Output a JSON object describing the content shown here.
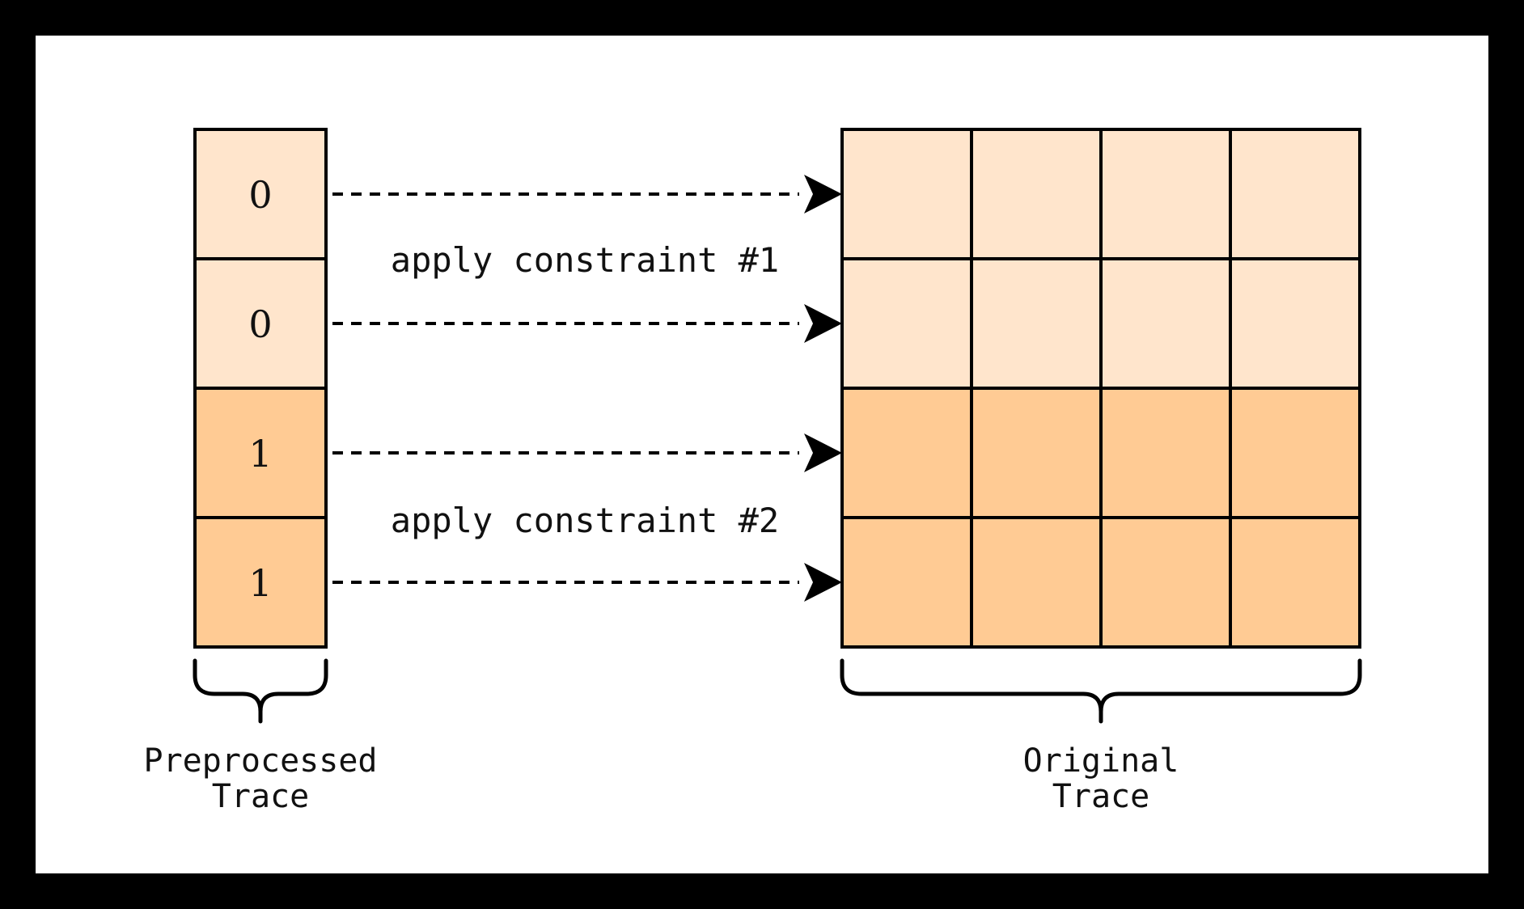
{
  "diagram": {
    "preprocessed_column": {
      "cells": [
        "0",
        "0",
        "1",
        "1"
      ],
      "label_line1": "Preprocessed",
      "label_line2": "Trace"
    },
    "original_grid": {
      "rows": 4,
      "cols": 4,
      "row_shading": [
        "light",
        "light",
        "dark",
        "dark"
      ],
      "label_line1": "Original",
      "label_line2": "Trace"
    },
    "annotations": {
      "constraint1": "apply constraint #1",
      "constraint2": "apply constraint #2"
    },
    "colors": {
      "cell_light": "#ffe5cc",
      "cell_dark": "#ffcb94",
      "stroke": "#000000",
      "canvas": "#ffffff",
      "frame": "#000000"
    }
  }
}
